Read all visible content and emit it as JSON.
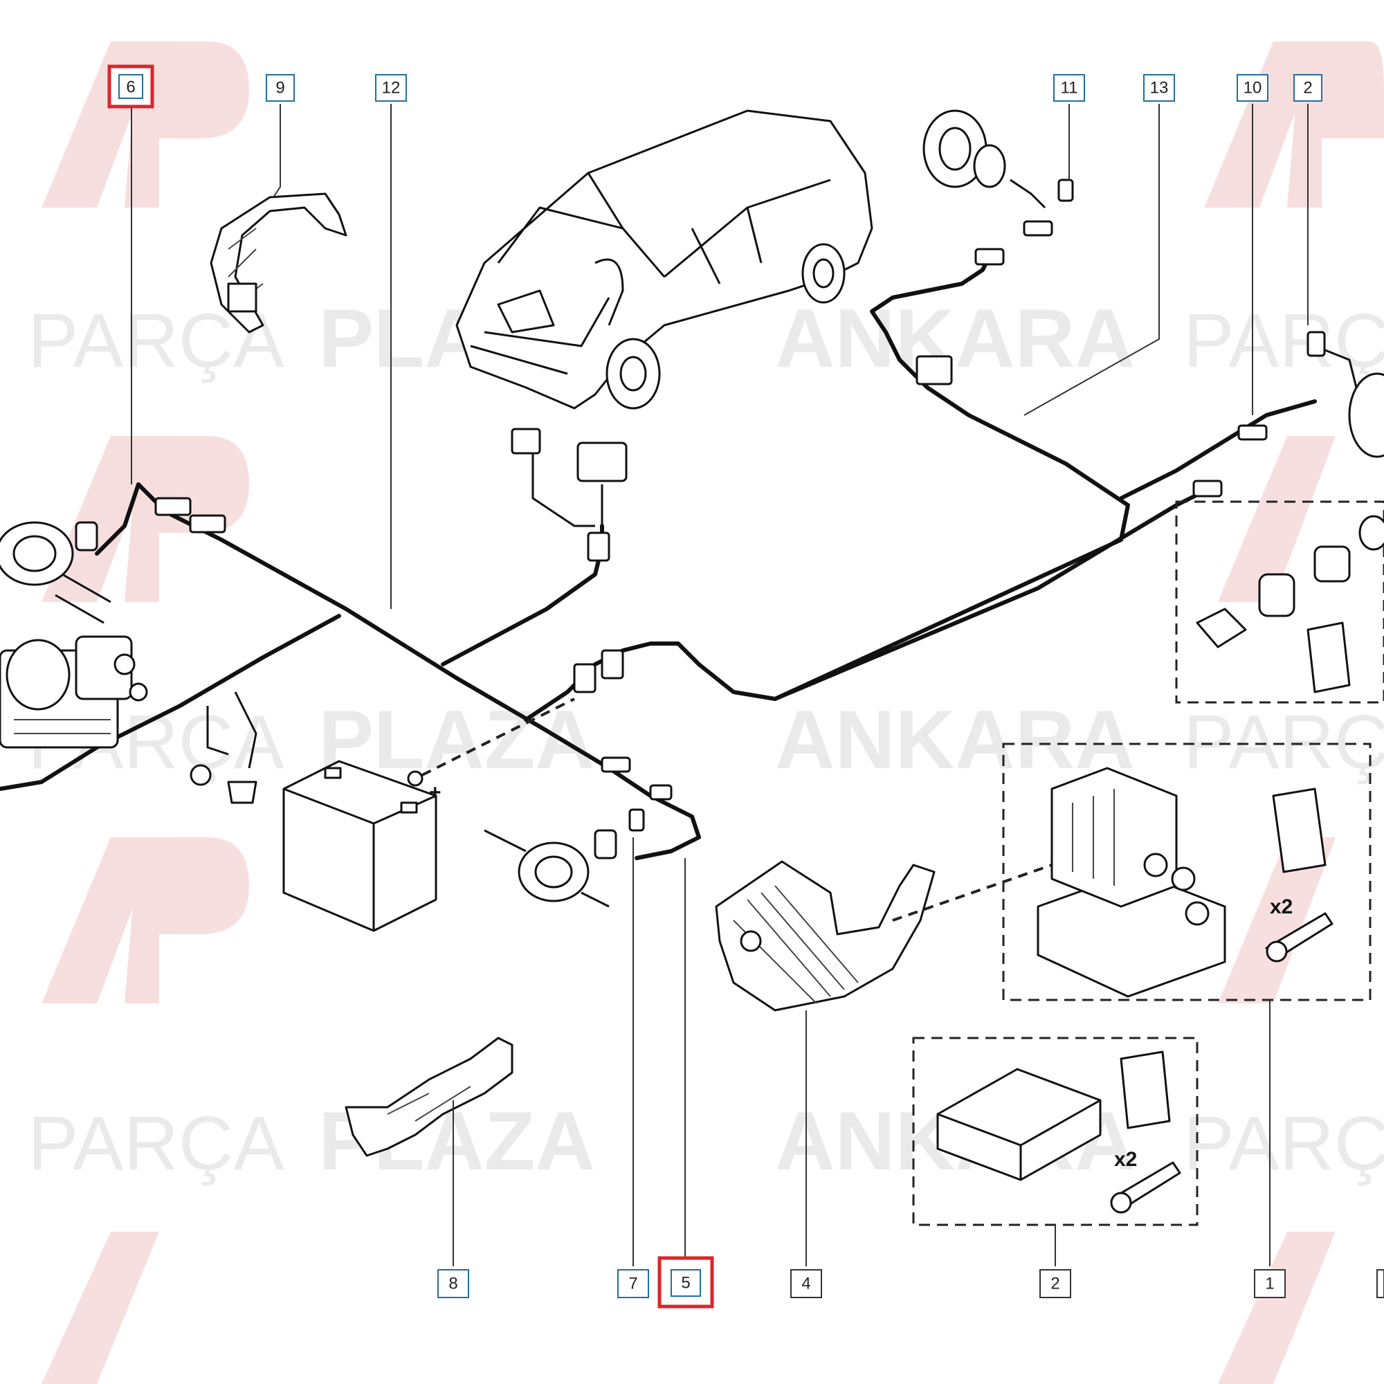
{
  "watermark": {
    "brand_line1": "ANKARA",
    "brand_line2_a": "PARÇA",
    "brand_line2_b": "PLAZA",
    "logo_color": "#e8a3a5"
  },
  "callouts": {
    "top": [
      "6",
      "9",
      "12",
      "11",
      "13",
      "10",
      "2"
    ],
    "bottom": [
      "8",
      "7",
      "5",
      "4",
      "2",
      "1"
    ]
  },
  "labels": {
    "qty_ecu": "x2",
    "qty_module": "x2",
    "battery_plus": "+"
  },
  "colors": {
    "highlight": "#d9262b",
    "callout_border": "#1f6f9e",
    "line": "#111111"
  }
}
